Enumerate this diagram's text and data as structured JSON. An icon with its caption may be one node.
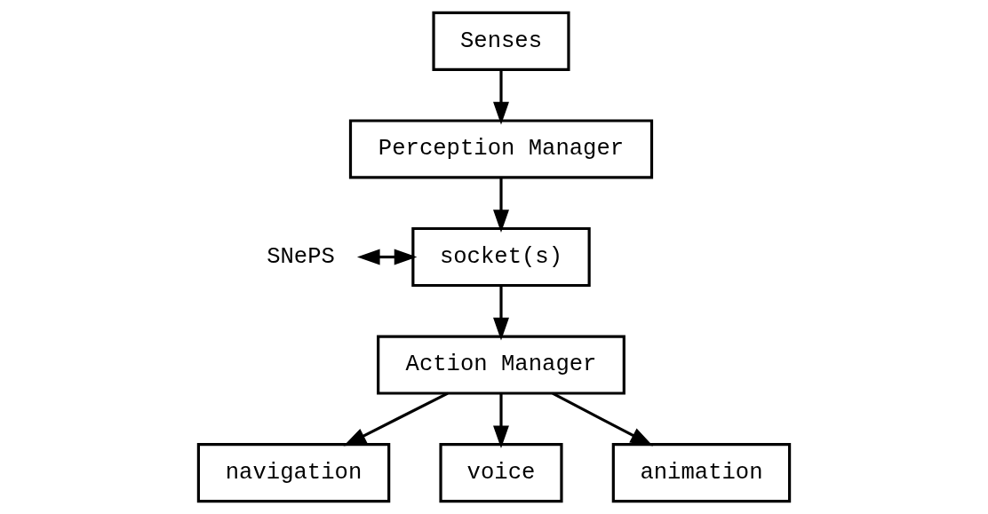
{
  "diagram": {
    "nodes": [
      {
        "text": [
          "Senses"
        ]
      },
      {
        "text": [
          "Perception Manager"
        ]
      },
      {
        "text": [
          "SNePS"
        ]
      },
      {
        "text": [
          "socket(s)"
        ]
      },
      {
        "text": [
          "Action Manager"
        ]
      },
      {
        "text": [
          "navigation"
        ]
      },
      {
        "text": [
          "voice"
        ]
      },
      {
        "text": [
          "animation"
        ]
      }
    ],
    "edges": [
      {
        "from": 0,
        "to": 1,
        "arrow": "to"
      },
      {
        "from": 1,
        "to": 3,
        "arrow": "to"
      },
      {
        "from": 2,
        "to": 3,
        "arrow": "both"
      },
      {
        "from": 3,
        "to": 4,
        "arrow": "to"
      },
      {
        "from": 4,
        "to": 5,
        "arrow": "to"
      },
      {
        "from": 4,
        "to": 6,
        "arrow": "to"
      },
      {
        "from": 4,
        "to": 7,
        "arrow": "to"
      }
    ]
  }
}
